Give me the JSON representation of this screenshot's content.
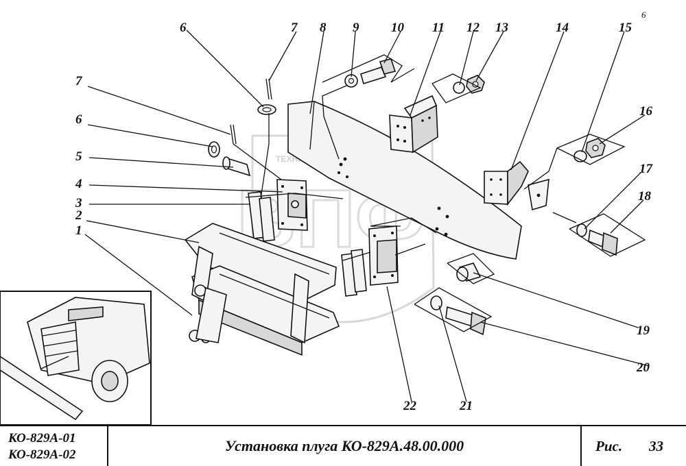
{
  "page_number": "6",
  "callouts": [
    "1",
    "2",
    "3",
    "4",
    "5",
    "6",
    "7",
    "6",
    "7",
    "8",
    "9",
    "10",
    "11",
    "12",
    "13",
    "14",
    "15",
    "16",
    "17",
    "18",
    "19",
    "20",
    "21",
    "22"
  ],
  "watermark": {
    "text": "ТЕХНИКА  ЗАПЧАСТИ",
    "letters": "ВПФ"
  },
  "title_block": {
    "models": [
      "КО-829А-01",
      "КО-829А-02"
    ],
    "title": "Установка плуга КО-829А.48.00.000",
    "figure_label": "Рис.",
    "figure_number": "33"
  }
}
